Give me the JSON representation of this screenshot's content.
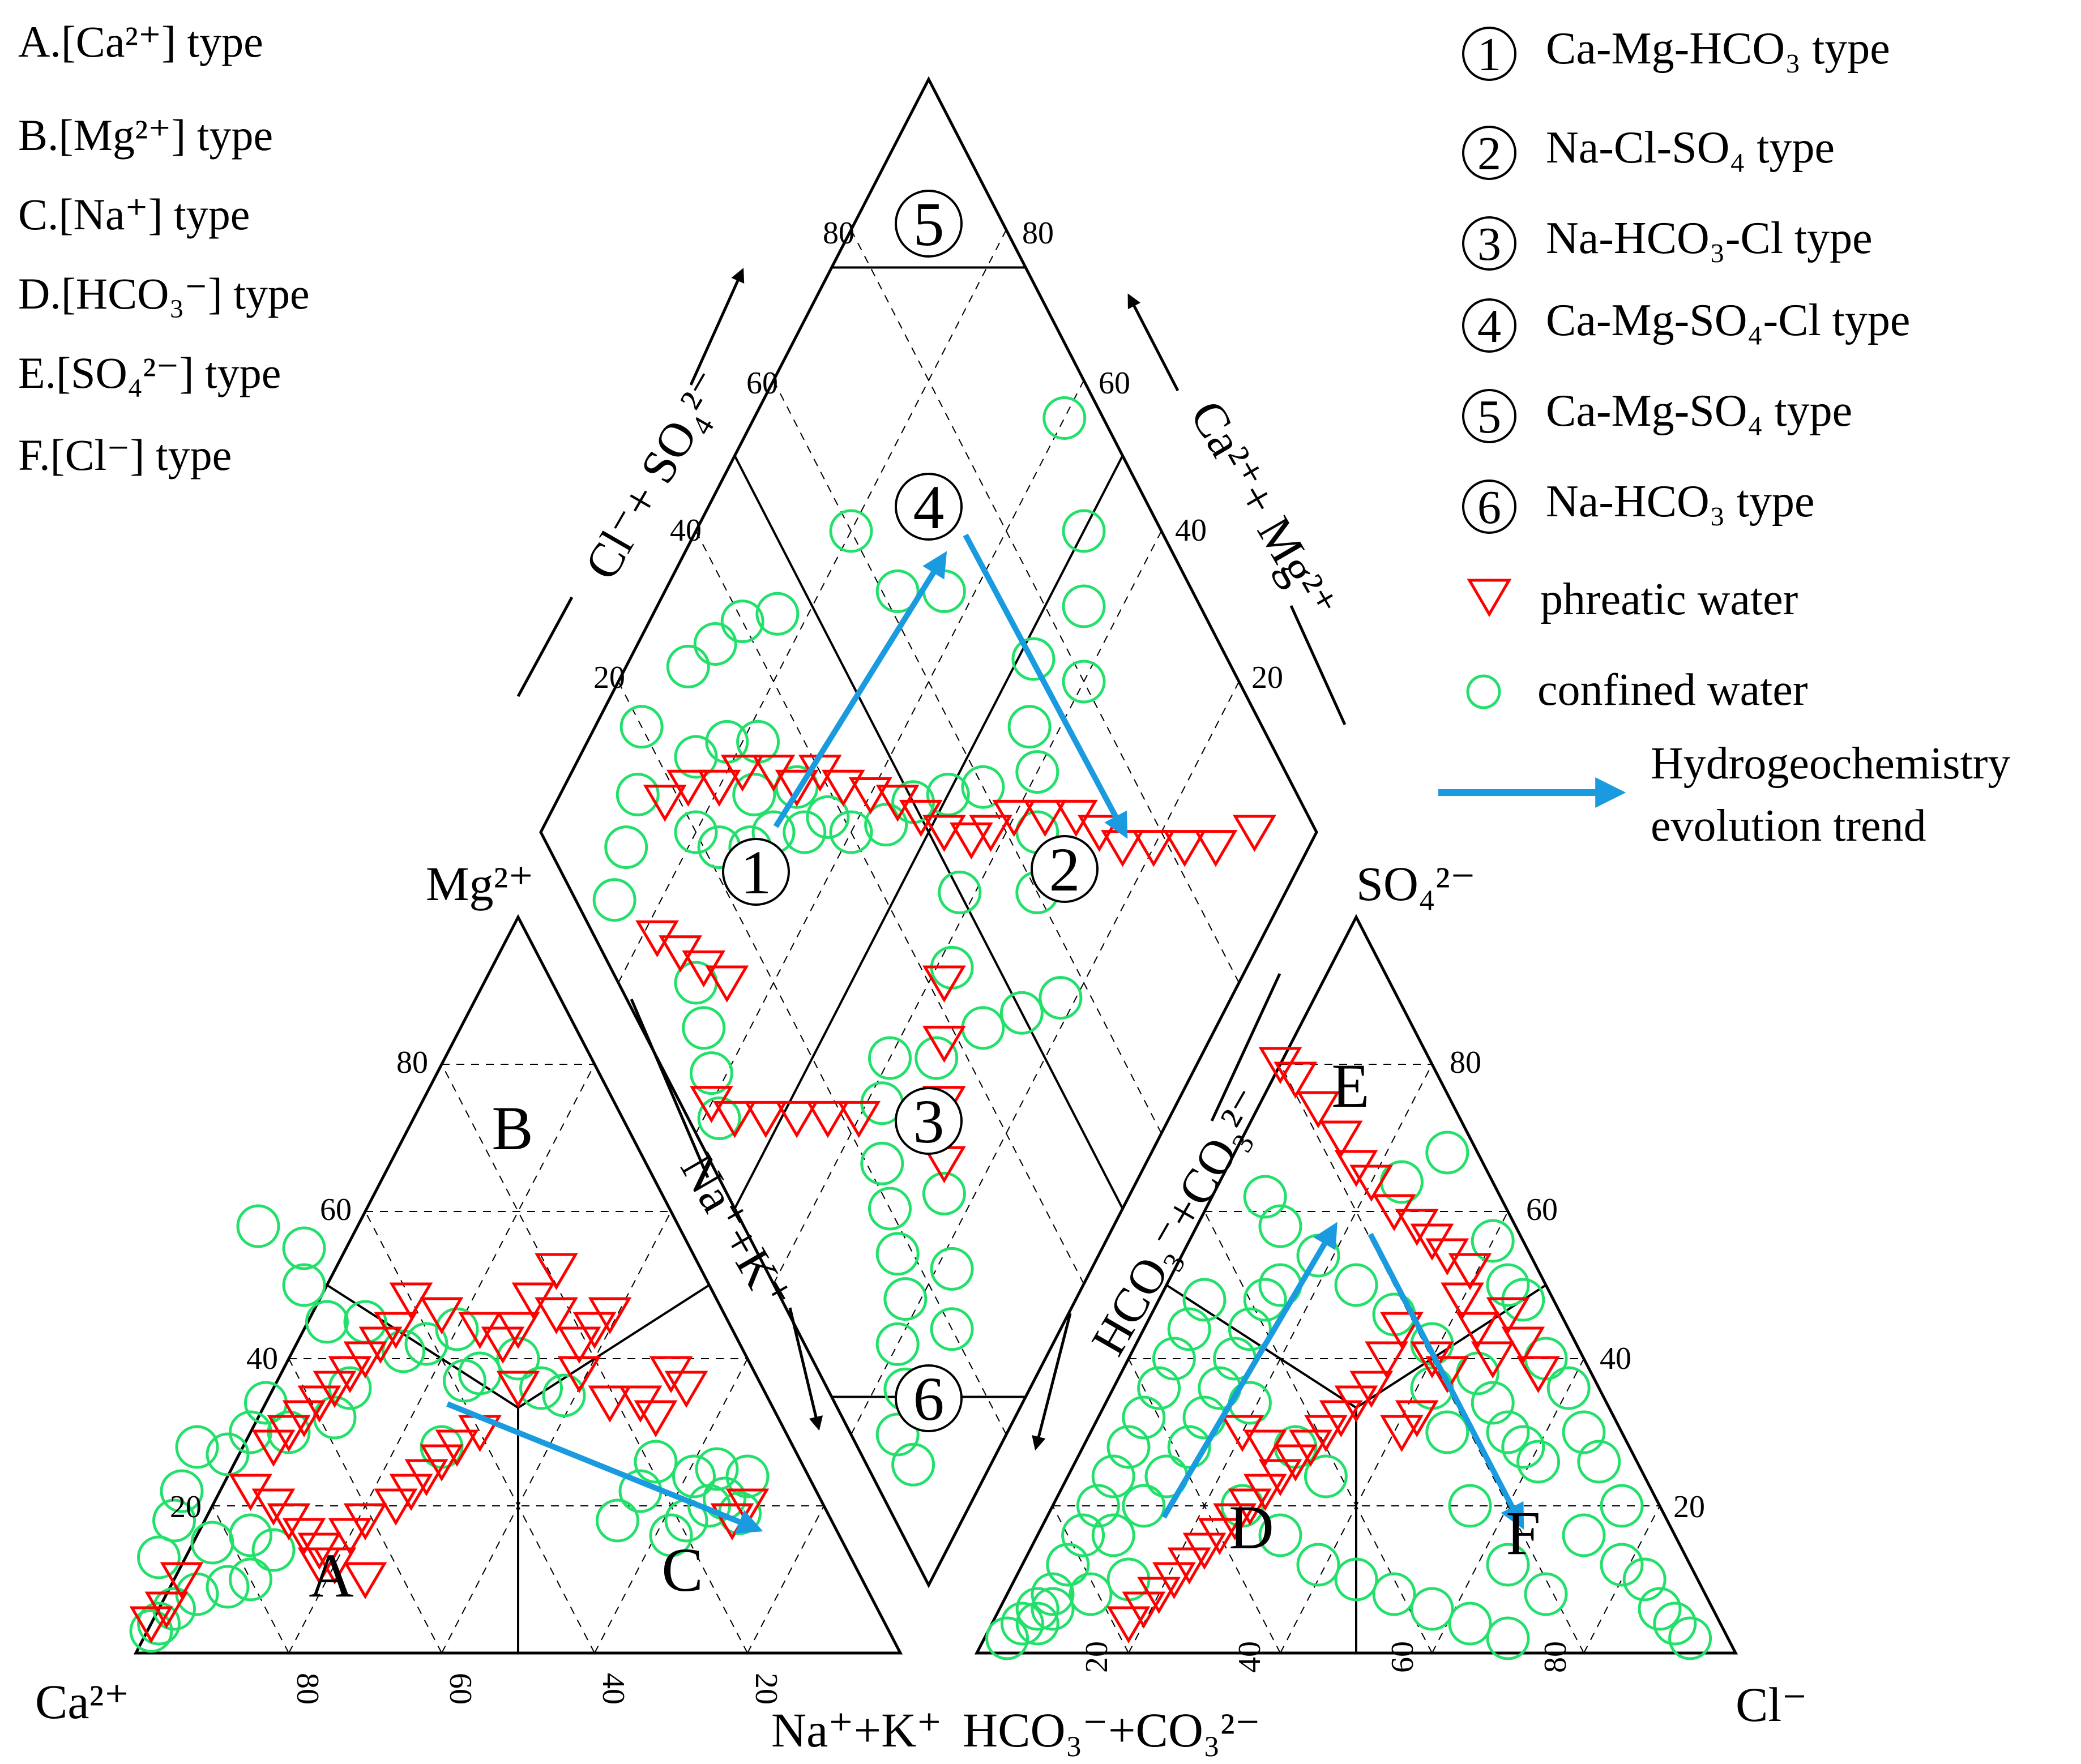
{
  "type_labels": [
    "A.[Ca²⁺]  type",
    "B.[Mg²⁺]  type",
    "C.[Na⁺]  type",
    "D.[HCO₃⁻]  type",
    "E.[SO₄²⁻]  type",
    "F.[Cl⁻]  type"
  ],
  "legend": {
    "items": [
      {
        "num": "1",
        "text": "Ca-Mg-HCO₃ type"
      },
      {
        "num": "2",
        "text": "Na-Cl-SO₄ type"
      },
      {
        "num": "3",
        "text": "Na-HCO₃-Cl type"
      },
      {
        "num": "4",
        "text": "Ca-Mg-SO₄-Cl type"
      },
      {
        "num": "5",
        "text": "Ca-Mg-SO₄ type"
      },
      {
        "num": "6",
        "text": "Na-HCO₃ type"
      }
    ],
    "phreatic": "phreatic water",
    "confined": "confined water",
    "trend_line1": "Hydrogeochemistry",
    "trend_line2": "evolution trend"
  },
  "colors": {
    "phreatic": "#ff0000",
    "confined": "#22e06a",
    "trend": "#1a9be0",
    "lines": "#000000"
  },
  "cation_triangle": {
    "apex_label": "Mg²⁺",
    "left_label": "Ca²⁺",
    "right_label": "Na⁺+K⁺",
    "side_label": "Na⁺+K⁺",
    "zones": {
      "A": "A",
      "B": "B",
      "C": "C"
    },
    "ticks_left": [
      "20",
      "40",
      "60",
      "80"
    ],
    "ticks_bottom": [
      "80",
      "60",
      "40",
      "20"
    ]
  },
  "anion_triangle": {
    "apex_label": "SO₄²⁻",
    "left_label": "HCO₃⁻+CO₃²⁻",
    "right_label": "Cl⁻",
    "side_label": "HCO₃⁻+CO₃²⁻",
    "zones": {
      "D": "D",
      "E": "E",
      "F": "F"
    },
    "ticks_right": [
      "20",
      "40",
      "60",
      "80"
    ],
    "ticks_bottom": [
      "20",
      "40",
      "60",
      "80"
    ]
  },
  "diamond": {
    "left_axis": "Cl⁻+ SO₄²⁻",
    "right_axis": "Ca²⁺+ Mg²⁺",
    "zones": [
      "1",
      "2",
      "3",
      "4",
      "5",
      "6"
    ],
    "ticks_left": [
      "20",
      "40",
      "60",
      "80"
    ],
    "ticks_right": [
      "80",
      "60",
      "40",
      "20"
    ]
  },
  "samples": {
    "cation": {
      "confined": [
        [
          70,
          16
        ],
        [
          72,
          18
        ],
        [
          75,
          20
        ],
        [
          77,
          21
        ],
        [
          79,
          19
        ],
        [
          73,
          24
        ],
        [
          76,
          25
        ],
        [
          80,
          24
        ],
        [
          68,
          26
        ],
        [
          66,
          22
        ],
        [
          63,
          18
        ],
        [
          50,
          40
        ],
        [
          45,
          38
        ],
        [
          43,
          37
        ],
        [
          56,
          35
        ],
        [
          53,
          36
        ],
        [
          42,
          44
        ],
        [
          38,
          42
        ],
        [
          35,
          41
        ],
        [
          30,
          45
        ],
        [
          25,
          45
        ],
        [
          22,
          50
        ],
        [
          22,
          55
        ],
        [
          16,
          58
        ],
        [
          28,
          36
        ],
        [
          20,
          30
        ],
        [
          17,
          34
        ],
        [
          15,
          30
        ],
        [
          12,
          27
        ],
        [
          8,
          28
        ],
        [
          6,
          22
        ],
        [
          5,
          18
        ],
        [
          3,
          13
        ],
        [
          10,
          15
        ],
        [
          15,
          16
        ],
        [
          18,
          14
        ],
        [
          15,
          10
        ],
        [
          12,
          9
        ],
        [
          8,
          8
        ],
        [
          5,
          6
        ],
        [
          3,
          4
        ],
        [
          2,
          3
        ],
        [
          26,
          32
        ],
        [
          40,
          28
        ]
      ],
      "phreatic": [
        [
          80,
          20
        ],
        [
          78,
          18
        ],
        [
          70,
          38
        ],
        [
          72,
          36
        ],
        [
          68,
          32
        ],
        [
          62,
          46
        ],
        [
          60,
          44
        ],
        [
          58,
          42
        ],
        [
          55,
          46
        ],
        [
          52,
          48
        ],
        [
          50,
          44
        ],
        [
          48,
          42
        ],
        [
          45,
          44
        ],
        [
          40,
          46
        ],
        [
          36,
          48
        ],
        [
          34,
          44
        ],
        [
          32,
          42
        ],
        [
          30,
          40
        ],
        [
          28,
          38
        ],
        [
          26,
          36
        ],
        [
          24,
          34
        ],
        [
          22,
          32
        ],
        [
          20,
          30
        ],
        [
          18,
          28
        ],
        [
          15,
          22
        ],
        [
          18,
          20
        ],
        [
          20,
          18
        ],
        [
          22,
          16
        ],
        [
          24,
          14
        ],
        [
          26,
          12
        ],
        [
          45,
          30
        ],
        [
          42,
          28
        ],
        [
          40,
          26
        ],
        [
          38,
          24
        ],
        [
          36,
          22
        ],
        [
          34,
          20
        ],
        [
          30,
          18
        ],
        [
          28,
          16
        ],
        [
          24,
          12
        ],
        [
          30,
          10
        ],
        [
          6,
          10
        ],
        [
          4,
          6
        ],
        [
          2,
          4
        ],
        [
          55,
          52
        ],
        [
          50,
          36
        ],
        [
          58,
          38
        ],
        [
          62,
          34
        ],
        [
          66,
          34
        ]
      ]
    },
    "anion": {
      "confined": [
        [
          56,
          64
        ],
        [
          62,
          68
        ],
        [
          68,
          56
        ],
        [
          70,
          50
        ],
        [
          72,
          48
        ],
        [
          75,
          40
        ],
        [
          78,
          36
        ],
        [
          80,
          30
        ],
        [
          82,
          26
        ],
        [
          85,
          20
        ],
        [
          80,
          16
        ],
        [
          85,
          12
        ],
        [
          88,
          10
        ],
        [
          90,
          6
        ],
        [
          92,
          4
        ],
        [
          94,
          2
        ],
        [
          70,
          30
        ],
        [
          72,
          28
        ],
        [
          74,
          26
        ],
        [
          68,
          34
        ],
        [
          66,
          38
        ],
        [
          60,
          36
        ],
        [
          62,
          30
        ],
        [
          65,
          20
        ],
        [
          70,
          12
        ],
        [
          75,
          8
        ],
        [
          60,
          42
        ],
        [
          55,
          46
        ],
        [
          50,
          50
        ],
        [
          45,
          54
        ],
        [
          40,
          58
        ],
        [
          38,
          62
        ],
        [
          20,
          10
        ],
        [
          15,
          8
        ],
        [
          10,
          6
        ],
        [
          8,
          4
        ],
        [
          12,
          12
        ],
        [
          18,
          16
        ],
        [
          22,
          20
        ],
        [
          25,
          24
        ],
        [
          28,
          28
        ],
        [
          30,
          32
        ],
        [
          32,
          36
        ],
        [
          34,
          40
        ],
        [
          36,
          44
        ],
        [
          38,
          48
        ],
        [
          40,
          50
        ],
        [
          30,
          48
        ],
        [
          28,
          44
        ],
        [
          26,
          40
        ],
        [
          24,
          36
        ],
        [
          22,
          32
        ],
        [
          20,
          28
        ],
        [
          18,
          24
        ],
        [
          16,
          20
        ],
        [
          14,
          16
        ],
        [
          12,
          12
        ],
        [
          10,
          8
        ],
        [
          8,
          6
        ],
        [
          6,
          4
        ],
        [
          4,
          2
        ],
        [
          35,
          20
        ],
        [
          40,
          16
        ],
        [
          45,
          12
        ],
        [
          50,
          10
        ],
        [
          55,
          8
        ],
        [
          60,
          6
        ],
        [
          65,
          4
        ],
        [
          70,
          2
        ],
        [
          36,
          34
        ],
        [
          42,
          28
        ],
        [
          46,
          24
        ]
      ],
      "phreatic": [
        [
          40,
          80
        ],
        [
          42,
          78
        ],
        [
          45,
          74
        ],
        [
          48,
          70
        ],
        [
          50,
          66
        ],
        [
          52,
          64
        ],
        [
          55,
          60
        ],
        [
          58,
          58
        ],
        [
          60,
          56
        ],
        [
          62,
          54
        ],
        [
          65,
          52
        ],
        [
          70,
          46
        ],
        [
          72,
          42
        ],
        [
          74,
          38
        ],
        [
          66,
          44
        ],
        [
          64,
          48
        ],
        [
          56,
          44
        ],
        [
          54,
          40
        ],
        [
          52,
          36
        ],
        [
          50,
          34
        ],
        [
          48,
          32
        ],
        [
          46,
          30
        ],
        [
          44,
          28
        ],
        [
          42,
          26
        ],
        [
          40,
          24
        ],
        [
          38,
          22
        ],
        [
          36,
          20
        ],
        [
          34,
          18
        ],
        [
          32,
          16
        ],
        [
          30,
          14
        ],
        [
          28,
          12
        ],
        [
          26,
          10
        ],
        [
          24,
          8
        ],
        [
          22,
          6
        ],
        [
          20,
          4
        ],
        [
          35,
          30
        ],
        [
          38,
          28
        ],
        [
          60,
          40
        ],
        [
          62,
          38
        ],
        [
          68,
          40
        ],
        [
          58,
          32
        ],
        [
          56,
          30
        ]
      ]
    },
    "diamond": {
      "confined": [
        [
          0.4,
          0.95
        ],
        [
          0.5,
          0.9
        ],
        [
          0.55,
          0.85
        ],
        [
          0.6,
          0.8
        ],
        [
          0.52,
          0.75
        ],
        [
          0.56,
          0.7
        ],
        [
          0.6,
          0.68
        ],
        [
          0.64,
          0.64
        ],
        [
          0.68,
          0.6
        ],
        [
          0.54,
          0.6
        ],
        [
          0.5,
          0.55
        ],
        [
          0.46,
          0.5
        ],
        [
          0.44,
          0.45
        ],
        [
          0.4,
          0.4
        ],
        [
          0.36,
          0.38
        ],
        [
          0.34,
          0.34
        ],
        [
          0.3,
          0.3
        ],
        [
          0.28,
          0.26
        ],
        [
          0.24,
          0.22
        ],
        [
          0.2,
          0.2
        ],
        [
          0.25,
          0.3
        ],
        [
          0.3,
          0.36
        ],
        [
          0.22,
          0.34
        ],
        [
          0.18,
          0.3
        ],
        [
          0.15,
          0.25
        ],
        [
          0.6,
          0.3
        ],
        [
          0.62,
          0.26
        ],
        [
          0.66,
          0.22
        ],
        [
          0.7,
          0.2
        ],
        [
          0.74,
          0.18
        ],
        [
          0.78,
          0.16
        ],
        [
          0.8,
          0.12
        ],
        [
          0.84,
          0.1
        ],
        [
          0.86,
          0.06
        ],
        [
          0.9,
          0.06
        ],
        [
          0.86,
          0.2
        ],
        [
          0.82,
          0.24
        ],
        [
          0.76,
          0.28
        ],
        [
          0.7,
          0.32
        ],
        [
          0.66,
          0.36
        ],
        [
          0.62,
          0.44
        ],
        [
          0.58,
          0.5
        ],
        [
          0.7,
          0.44
        ],
        [
          0.74,
          0.5
        ],
        [
          0.78,
          0.56
        ],
        [
          0.2,
          0.6
        ],
        [
          0.3,
          0.62
        ],
        [
          0.36,
          0.68
        ],
        [
          0.16,
          0.45
        ],
        [
          0.12,
          0.4
        ],
        [
          0.1,
          0.35
        ],
        [
          0.08,
          0.3
        ],
        [
          0.06,
          0.2
        ],
        [
          0.1,
          0.15
        ],
        [
          0.12,
          0.1
        ],
        [
          0.14,
          0.05
        ],
        [
          0.3,
          0.1
        ],
        [
          0.34,
          0.08
        ],
        [
          0.38,
          0.06
        ],
        [
          0.42,
          0.04
        ]
      ],
      "phreatic": [
        [
          0.92,
          0.92
        ],
        [
          0.88,
          0.86
        ],
        [
          0.84,
          0.82
        ],
        [
          0.8,
          0.78
        ],
        [
          0.76,
          0.74
        ],
        [
          0.72,
          0.72
        ],
        [
          0.68,
          0.7
        ],
        [
          0.64,
          0.66
        ],
        [
          0.6,
          0.62
        ],
        [
          0.58,
          0.58
        ],
        [
          0.56,
          0.55
        ],
        [
          0.52,
          0.52
        ],
        [
          0.48,
          0.5
        ],
        [
          0.44,
          0.48
        ],
        [
          0.4,
          0.45
        ],
        [
          0.36,
          0.42
        ],
        [
          0.32,
          0.4
        ],
        [
          0.3,
          0.36
        ],
        [
          0.26,
          0.34
        ],
        [
          0.22,
          0.3
        ],
        [
          0.2,
          0.26
        ],
        [
          0.16,
          0.22
        ],
        [
          0.14,
          0.18
        ],
        [
          0.62,
          0.42
        ],
        [
          0.66,
          0.38
        ],
        [
          0.7,
          0.34
        ],
        [
          0.74,
          0.3
        ],
        [
          0.6,
          0.22
        ],
        [
          0.56,
          0.18
        ],
        [
          0.52,
          0.14
        ],
        [
          0.48,
          0.1
        ],
        [
          0.44,
          0.06
        ],
        [
          0.4,
          0.04
        ],
        [
          0.34,
          0.14
        ],
        [
          0.3,
          0.12
        ],
        [
          0.26,
          0.1
        ],
        [
          0.22,
          0.08
        ]
      ]
    }
  }
}
